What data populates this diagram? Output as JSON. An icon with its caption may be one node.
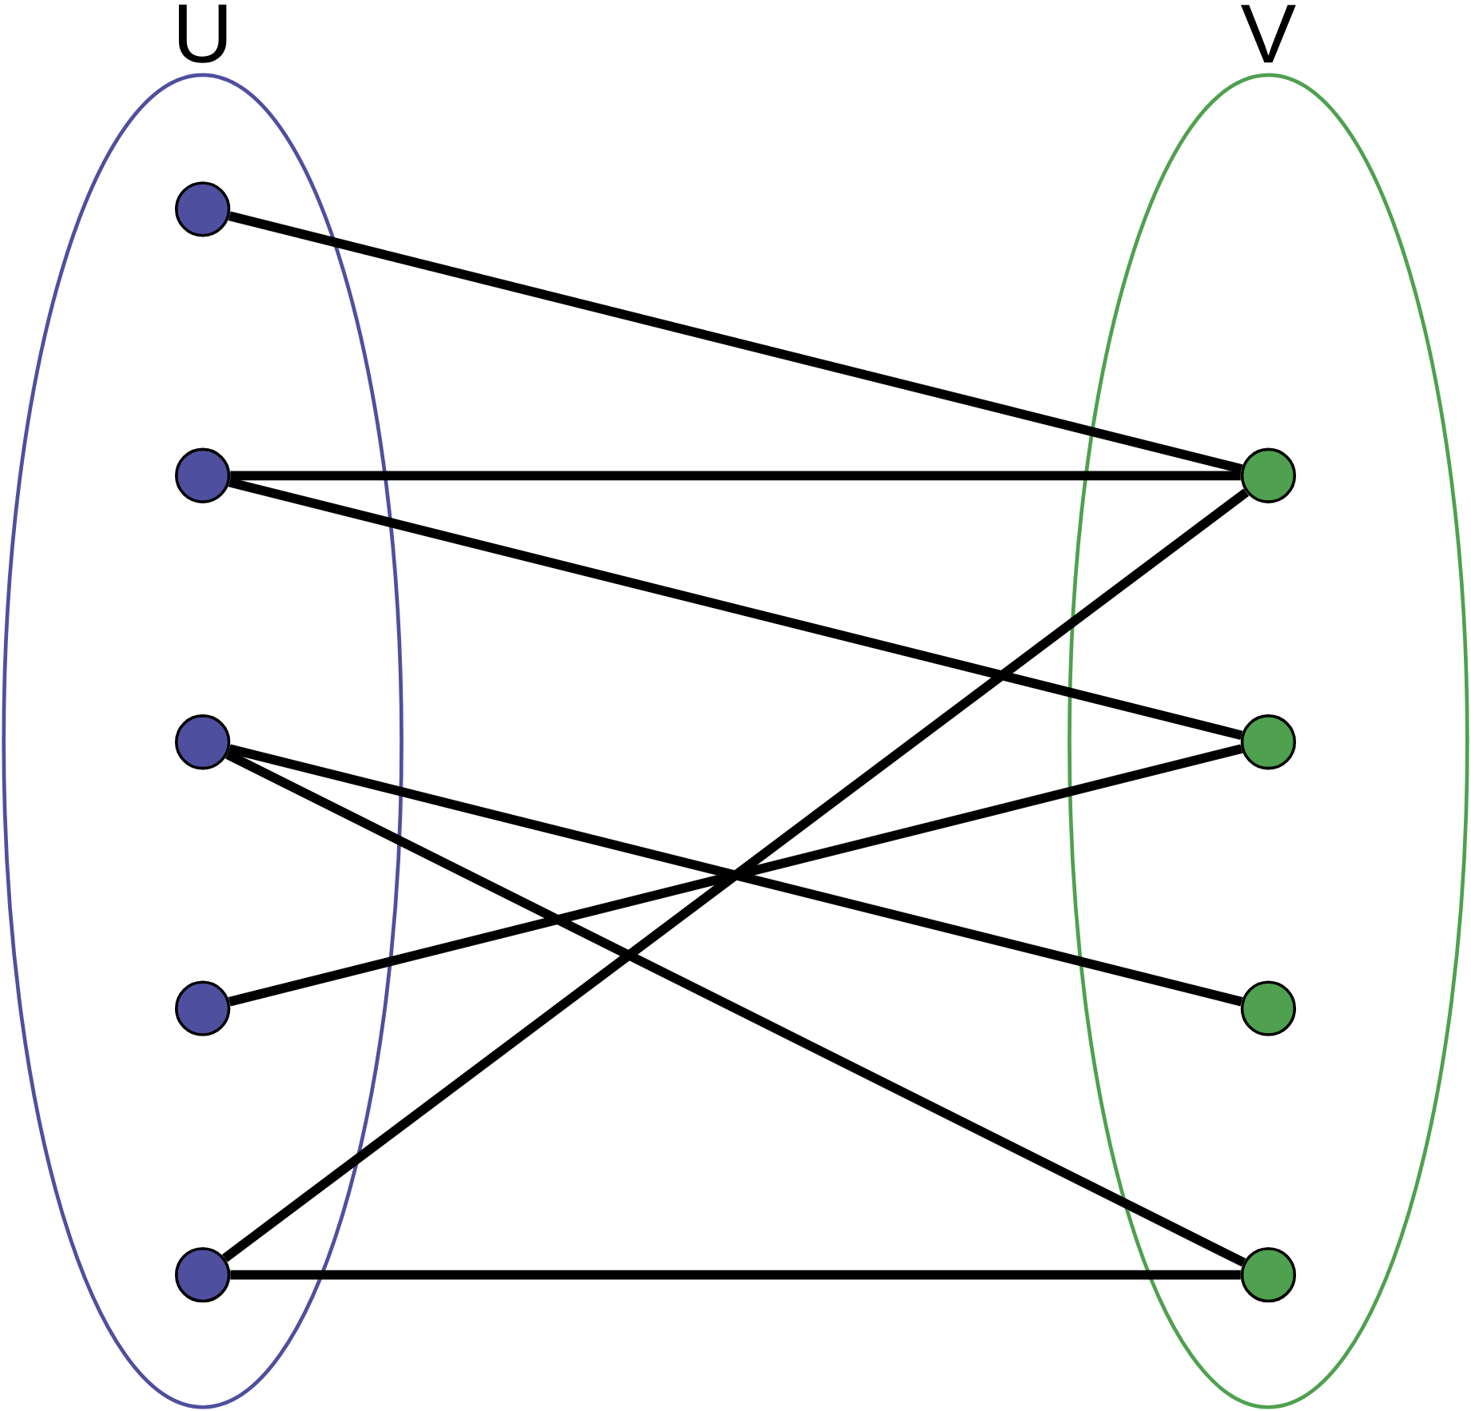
{
  "diagram": {
    "nodes": [
      {
        "text": [
          "U"
        ]
      },
      {
        "text": [],
        "shape": "circle",
        "in": 0
      },
      {
        "text": [],
        "shape": "circle",
        "in": 0
      },
      {
        "text": [],
        "shape": "circle",
        "in": 0
      },
      {
        "text": [],
        "shape": "circle",
        "in": 0
      },
      {
        "text": [],
        "shape": "circle",
        "in": 0
      },
      {
        "text": [
          "V"
        ]
      },
      {
        "text": [],
        "shape": "circle",
        "in": 6
      },
      {
        "text": [],
        "shape": "circle",
        "in": 6
      },
      {
        "text": [],
        "shape": "circle",
        "in": 6
      },
      {
        "text": [],
        "shape": "circle",
        "in": 6
      }
    ],
    "edges": [
      {
        "from": 1,
        "to": 7,
        "arrow": "none"
      },
      {
        "from": 2,
        "to": 7,
        "arrow": "none"
      },
      {
        "from": 2,
        "to": 8,
        "arrow": "none"
      },
      {
        "from": 3,
        "to": 9,
        "arrow": "none"
      },
      {
        "from": 3,
        "to": 10,
        "arrow": "none"
      },
      {
        "from": 4,
        "to": 8,
        "arrow": "none"
      },
      {
        "from": 5,
        "to": 7,
        "arrow": "none"
      },
      {
        "from": 5,
        "to": 10,
        "arrow": "none"
      }
    ]
  }
}
